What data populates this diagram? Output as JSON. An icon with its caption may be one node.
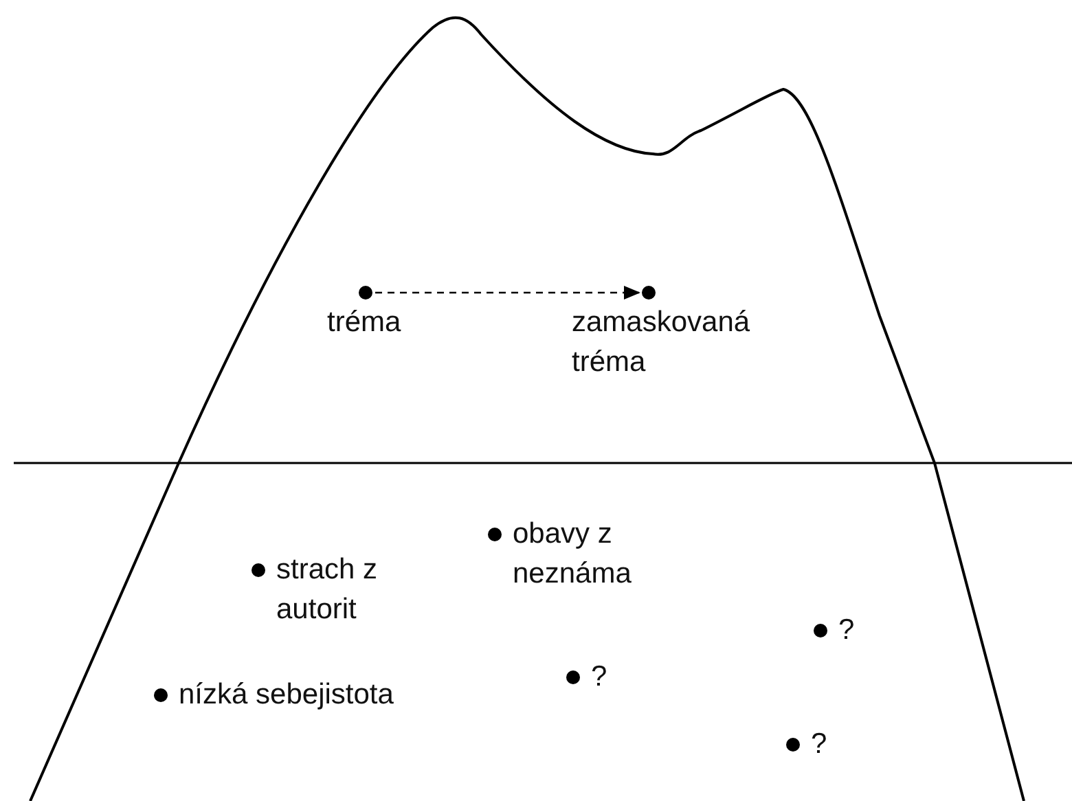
{
  "diagram": {
    "nodes": [
      {
        "text": [
          "tréma"
        ]
      },
      {
        "text": [
          "zamaskovaná tréma"
        ]
      },
      {
        "text": [
          "obavy z neznáma"
        ]
      },
      {
        "text": [
          "strach z autorit"
        ]
      },
      {
        "text": [
          "?"
        ]
      },
      {
        "text": [
          "?"
        ]
      },
      {
        "text": [
          "nízká sebejistota"
        ]
      },
      {
        "text": [
          "?"
        ]
      }
    ],
    "edges": [
      {
        "from": 0,
        "to": 1,
        "arrow": "to",
        "style": "dashed"
      }
    ]
  }
}
